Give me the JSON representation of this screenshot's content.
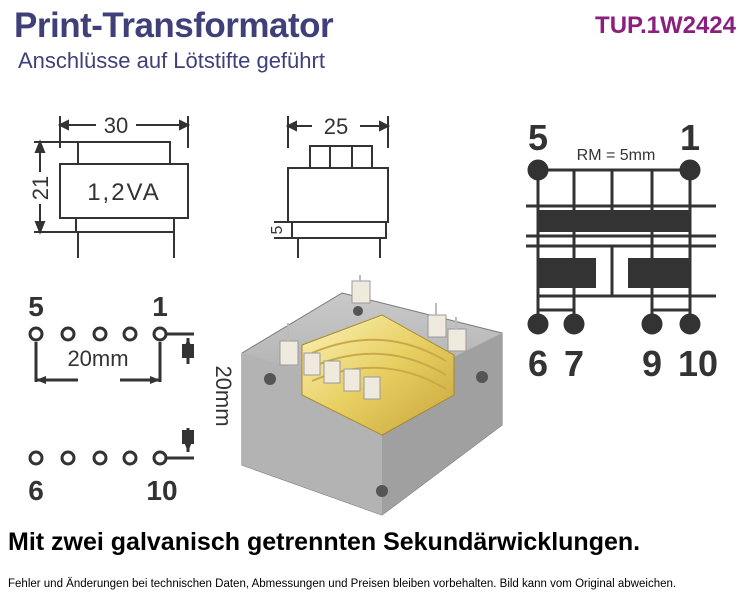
{
  "header": {
    "title": "Print-Transformator",
    "subtitle": "Anschlüsse auf Lötstifte geführt",
    "product_code": "TUP.1W2424"
  },
  "drawings": {
    "front_width": "30",
    "front_height": "21",
    "power_label": "1,2VA",
    "side_width": "25",
    "pin_length": "5",
    "pitch_label": "RM = 5mm",
    "schematic_pins": {
      "p5": "5",
      "p1": "1",
      "p6": "6",
      "p7": "7",
      "p9": "9",
      "p10": "10"
    },
    "footprint_pins": {
      "p5": "5",
      "p1": "1",
      "p6": "6",
      "p10": "10"
    },
    "footprint_width": "20mm",
    "footprint_height": "20mm"
  },
  "footer": {
    "headline": "Mit zwei galvanisch getrennten Sekundärwicklungen.",
    "disclaimer": "Fehler und Änderungen bei technischen Daten, Abmessungen und Preisen bleiben vorbehalten. Bild kann vom Original abweichen."
  },
  "colors": {
    "title": "#3f3f7a",
    "code": "#8a1f7d",
    "drawing": "#333333"
  }
}
